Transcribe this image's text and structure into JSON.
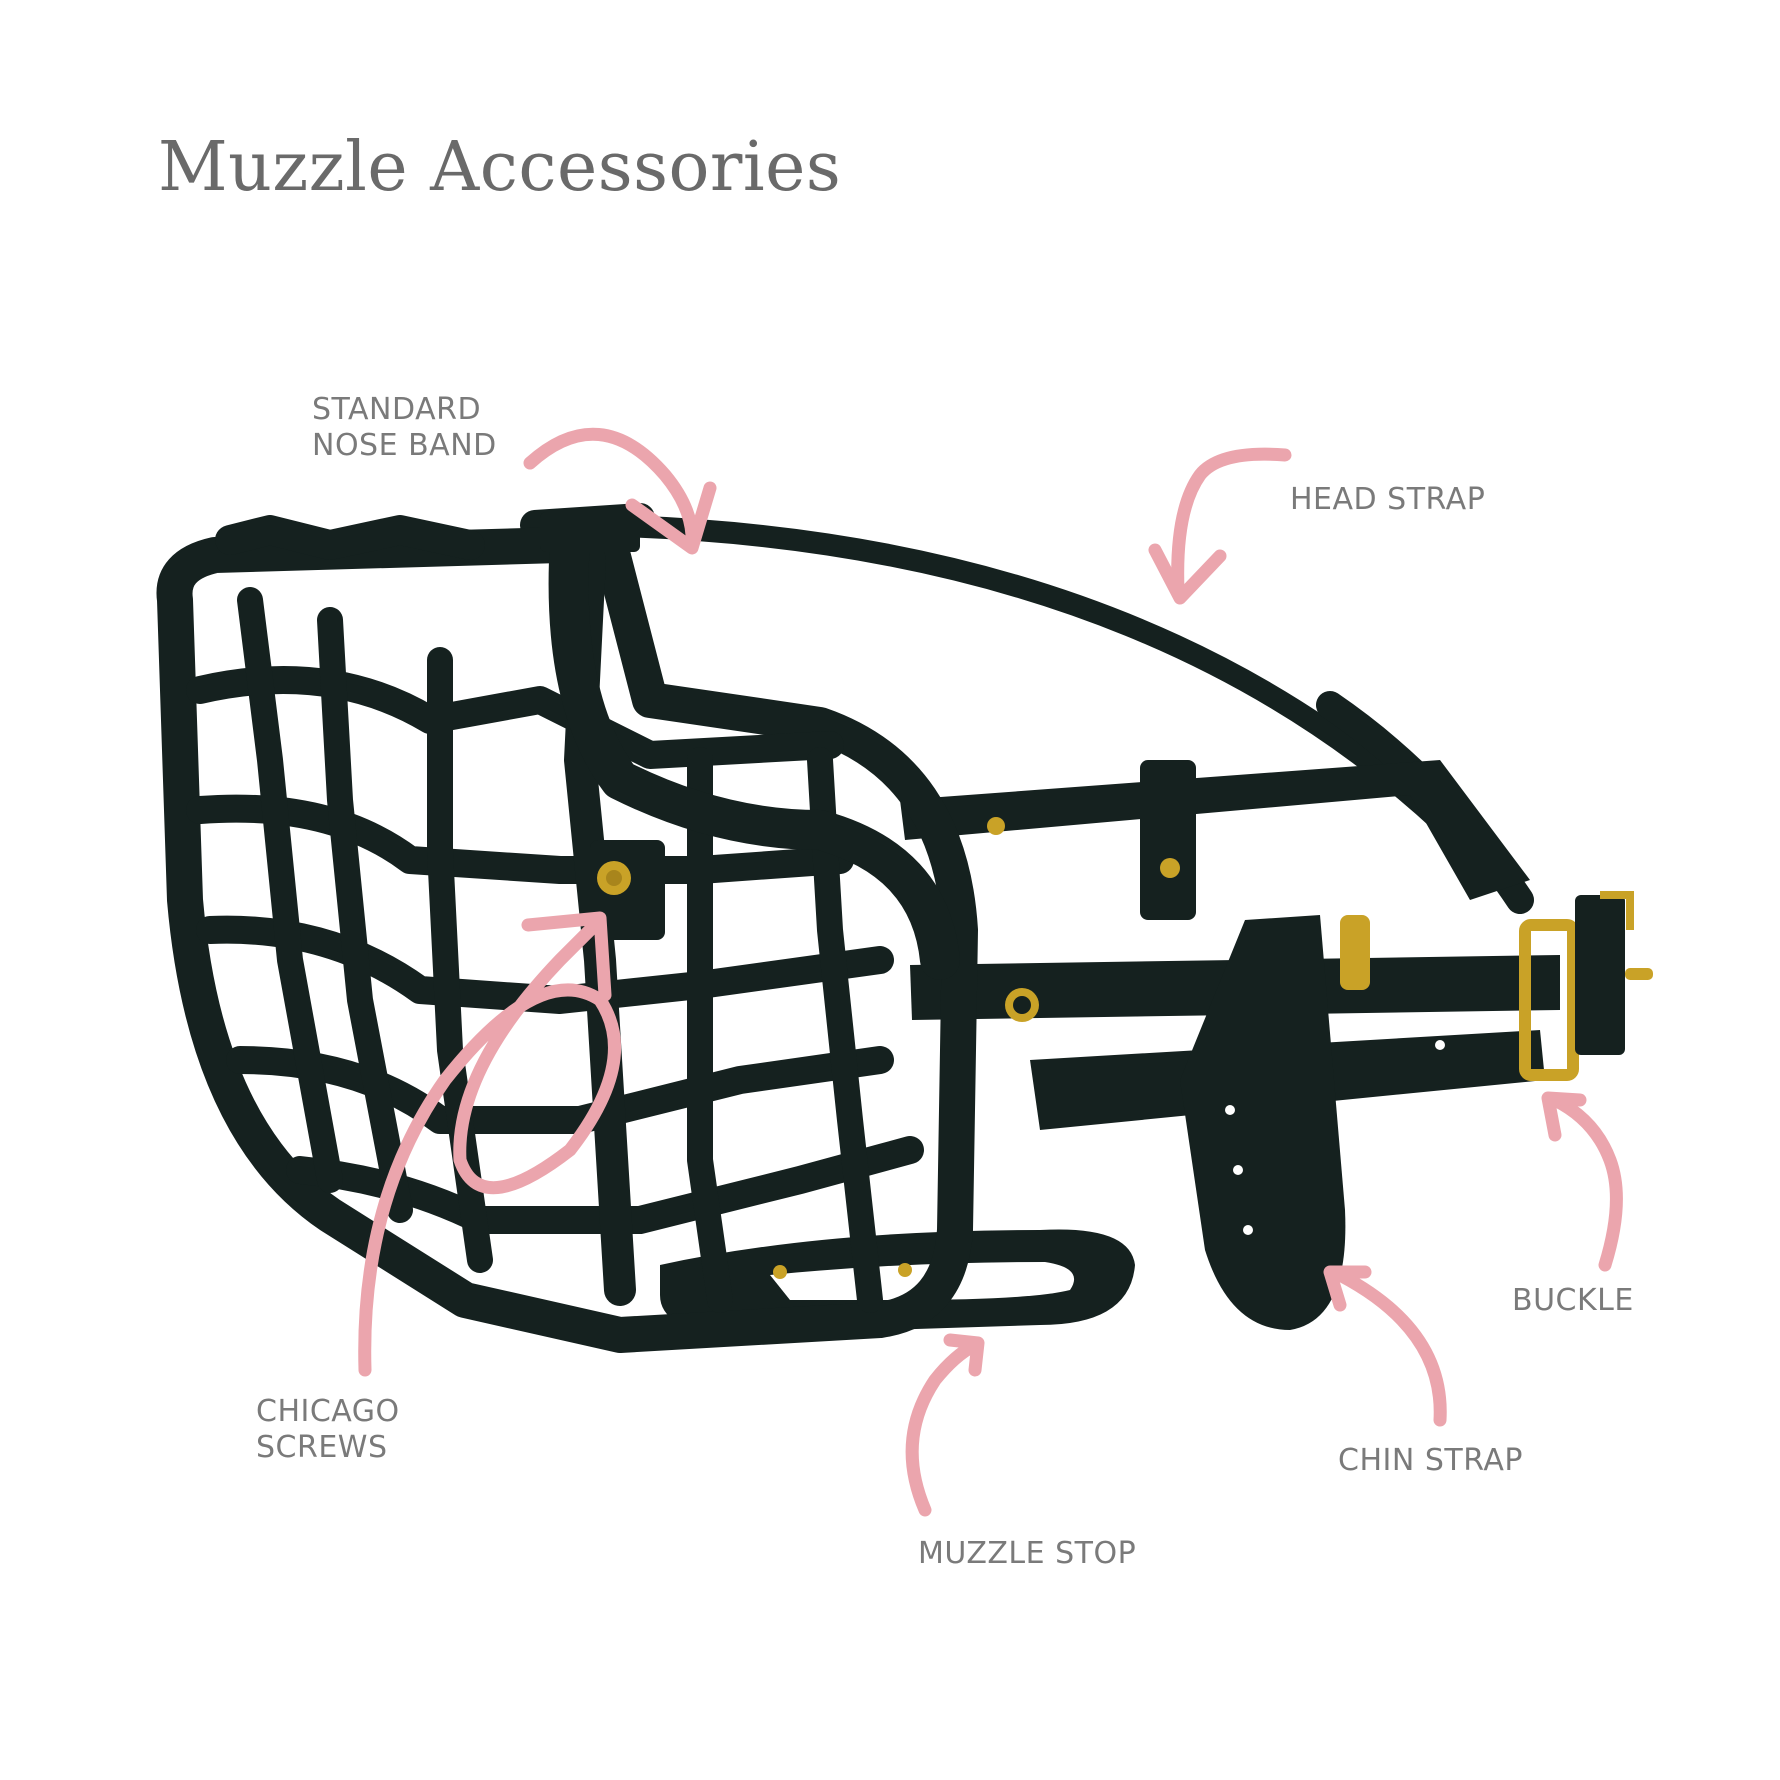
{
  "title": "Muzzle Accessories",
  "colors": {
    "background": "#ffffff",
    "title_text": "#6a6a6a",
    "label_text": "#7a7a7a",
    "arrow": "#eba5ad",
    "muzzle": "#15211f",
    "hardware": "#c9a227"
  },
  "labels": {
    "nose_band": [
      "STANDARD",
      "NOSE BAND"
    ],
    "head_strap": "HEAD STRAP",
    "buckle": "BUCKLE",
    "chicago_screws": [
      "CHICAGO",
      "SCREWS"
    ],
    "chin_strap": "CHIN STRAP",
    "muzzle_stop": "MUZZLE STOP"
  }
}
